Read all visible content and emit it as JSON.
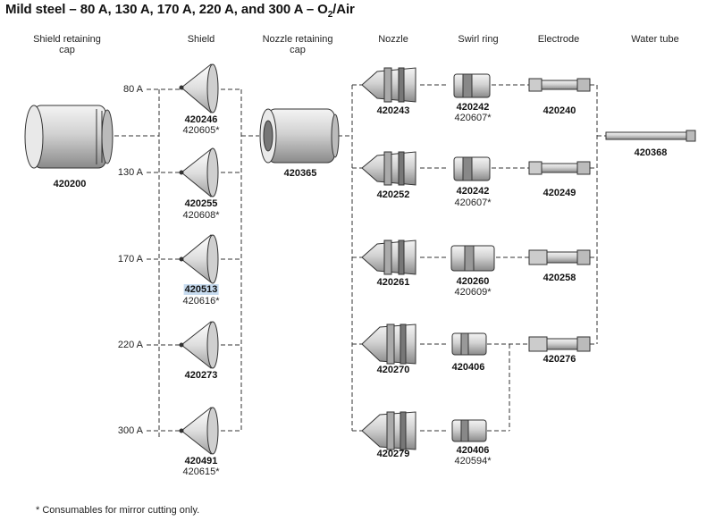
{
  "title": {
    "main": "Mild steel – 80 A, 130 A, 170 A, 220 A, and 300 A – O",
    "sub": "2",
    "tail": "/Air"
  },
  "columns": {
    "shield_cap": "Shield retaining cap",
    "shield": "Shield",
    "nozzle_cap": "Nozzle retaining cap",
    "nozzle": "Nozzle",
    "swirl": "Swirl ring",
    "electrode": "Electrode",
    "water_tube": "Water tube"
  },
  "shield_cap": {
    "part": "420200"
  },
  "nozzle_cap": {
    "part": "420365"
  },
  "water_tube": {
    "part": "420368"
  },
  "shields": [
    {
      "amps": "80 A",
      "part": "420246",
      "mirror": "420605*"
    },
    {
      "amps": "130 A",
      "part": "420255",
      "mirror": "420608*"
    },
    {
      "amps": "170 A",
      "part": "420513",
      "mirror": "420616*"
    },
    {
      "amps": "220 A",
      "part": "420273",
      "mirror": ""
    },
    {
      "amps": "300 A",
      "part": "420491",
      "mirror": "420615*"
    }
  ],
  "nozzles": [
    {
      "part": "420243"
    },
    {
      "part": "420252"
    },
    {
      "part": "420261"
    },
    {
      "part": "420270"
    },
    {
      "part": "420279"
    }
  ],
  "swirl_rings": [
    {
      "part": "420242",
      "mirror": "420607*"
    },
    {
      "part": "420242",
      "mirror": "420607*"
    },
    {
      "part": "420260",
      "mirror": "420609*"
    },
    {
      "part": "420406",
      "mirror": ""
    },
    {
      "part": "420406",
      "mirror": "420594*"
    }
  ],
  "electrodes": [
    {
      "part": "420240"
    },
    {
      "part": "420249"
    },
    {
      "part": "420258"
    },
    {
      "part": "420276"
    }
  ],
  "footnote": "*  Consumables for mirror cutting only."
}
